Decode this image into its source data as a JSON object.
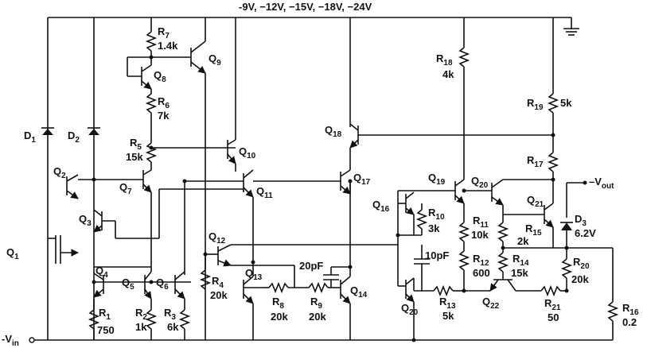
{
  "rail_label": "-9V, −12V, −15V, −18V, −24V",
  "input_label": "-V",
  "input_sub": "in",
  "output_label": "–V",
  "output_sub": "out",
  "transistors": {
    "Q1": "Q",
    "Q2": "Q",
    "Q3": "Q",
    "Q4": "Q",
    "Q5": "Q",
    "Q6": "Q",
    "Q7": "Q",
    "Q8": "Q",
    "Q9": "Q",
    "Q10": "Q",
    "Q11": "Q",
    "Q12": "Q",
    "Q13": "Q",
    "Q14": "Q",
    "Q16": "Q",
    "Q17": "Q",
    "Q18": "Q",
    "Q19": "Q",
    "Q20a": "Q",
    "Q20b": "Q",
    "Q21": "Q",
    "Q22": "Q"
  },
  "transistor_subs": {
    "Q1": "1",
    "Q2": "2",
    "Q3": "3",
    "Q4": "4",
    "Q5": "5",
    "Q6": "6",
    "Q7": "7",
    "Q8": "8",
    "Q9": "9",
    "Q10": "10",
    "Q11": "11",
    "Q12": "12",
    "Q13": "13",
    "Q14": "14",
    "Q16": "16",
    "Q17": "17",
    "Q18": "18",
    "Q19": "19",
    "Q20a": "20",
    "Q20b": "20",
    "Q21": "21",
    "Q22": "22"
  },
  "diodes": {
    "D1": {
      "name": "D",
      "sub": "1"
    },
    "D2": {
      "name": "D",
      "sub": "2"
    },
    "D3": {
      "name": "D",
      "sub": "3",
      "value": "6.2V"
    }
  },
  "resistors": {
    "R1": {
      "name": "R",
      "sub": "1",
      "value": "750"
    },
    "R2": {
      "name": "R",
      "sub": "2",
      "value": "1k"
    },
    "R3": {
      "name": "R",
      "sub": "3",
      "value": "6k"
    },
    "R4": {
      "name": "R",
      "sub": "4",
      "value": "20k"
    },
    "R5": {
      "name": "R",
      "sub": "5",
      "value": "15k"
    },
    "R6": {
      "name": "R",
      "sub": "6",
      "value": "7k"
    },
    "R7": {
      "name": "R",
      "sub": "7",
      "value": "1.4k"
    },
    "R8": {
      "name": "R",
      "sub": "8",
      "value": "20k"
    },
    "R9": {
      "name": "R",
      "sub": "9",
      "value": "20k"
    },
    "R10": {
      "name": "R",
      "sub": "10",
      "value": "3k"
    },
    "R11": {
      "name": "R",
      "sub": "11",
      "value": "10k"
    },
    "R12": {
      "name": "R",
      "sub": "12",
      "value": "600"
    },
    "R13": {
      "name": "R",
      "sub": "13",
      "value": "5k"
    },
    "R14": {
      "name": "R",
      "sub": "14",
      "value": "15k"
    },
    "R15": {
      "name": "R",
      "sub": "15",
      "value": "2k"
    },
    "R16": {
      "name": "R",
      "sub": "16",
      "value": "0.2"
    },
    "R17": {
      "name": "R",
      "sub": "17",
      "value": ""
    },
    "R18": {
      "name": "R",
      "sub": "18",
      "value": "4k"
    },
    "R19": {
      "name": "R",
      "sub": "19",
      "value": "5k"
    },
    "R20": {
      "name": "R",
      "sub": "20",
      "value": "20k"
    },
    "R21": {
      "name": "R",
      "sub": "21",
      "value": "50"
    }
  },
  "capacitors": {
    "C1": "20pF",
    "C2": "10pF"
  }
}
